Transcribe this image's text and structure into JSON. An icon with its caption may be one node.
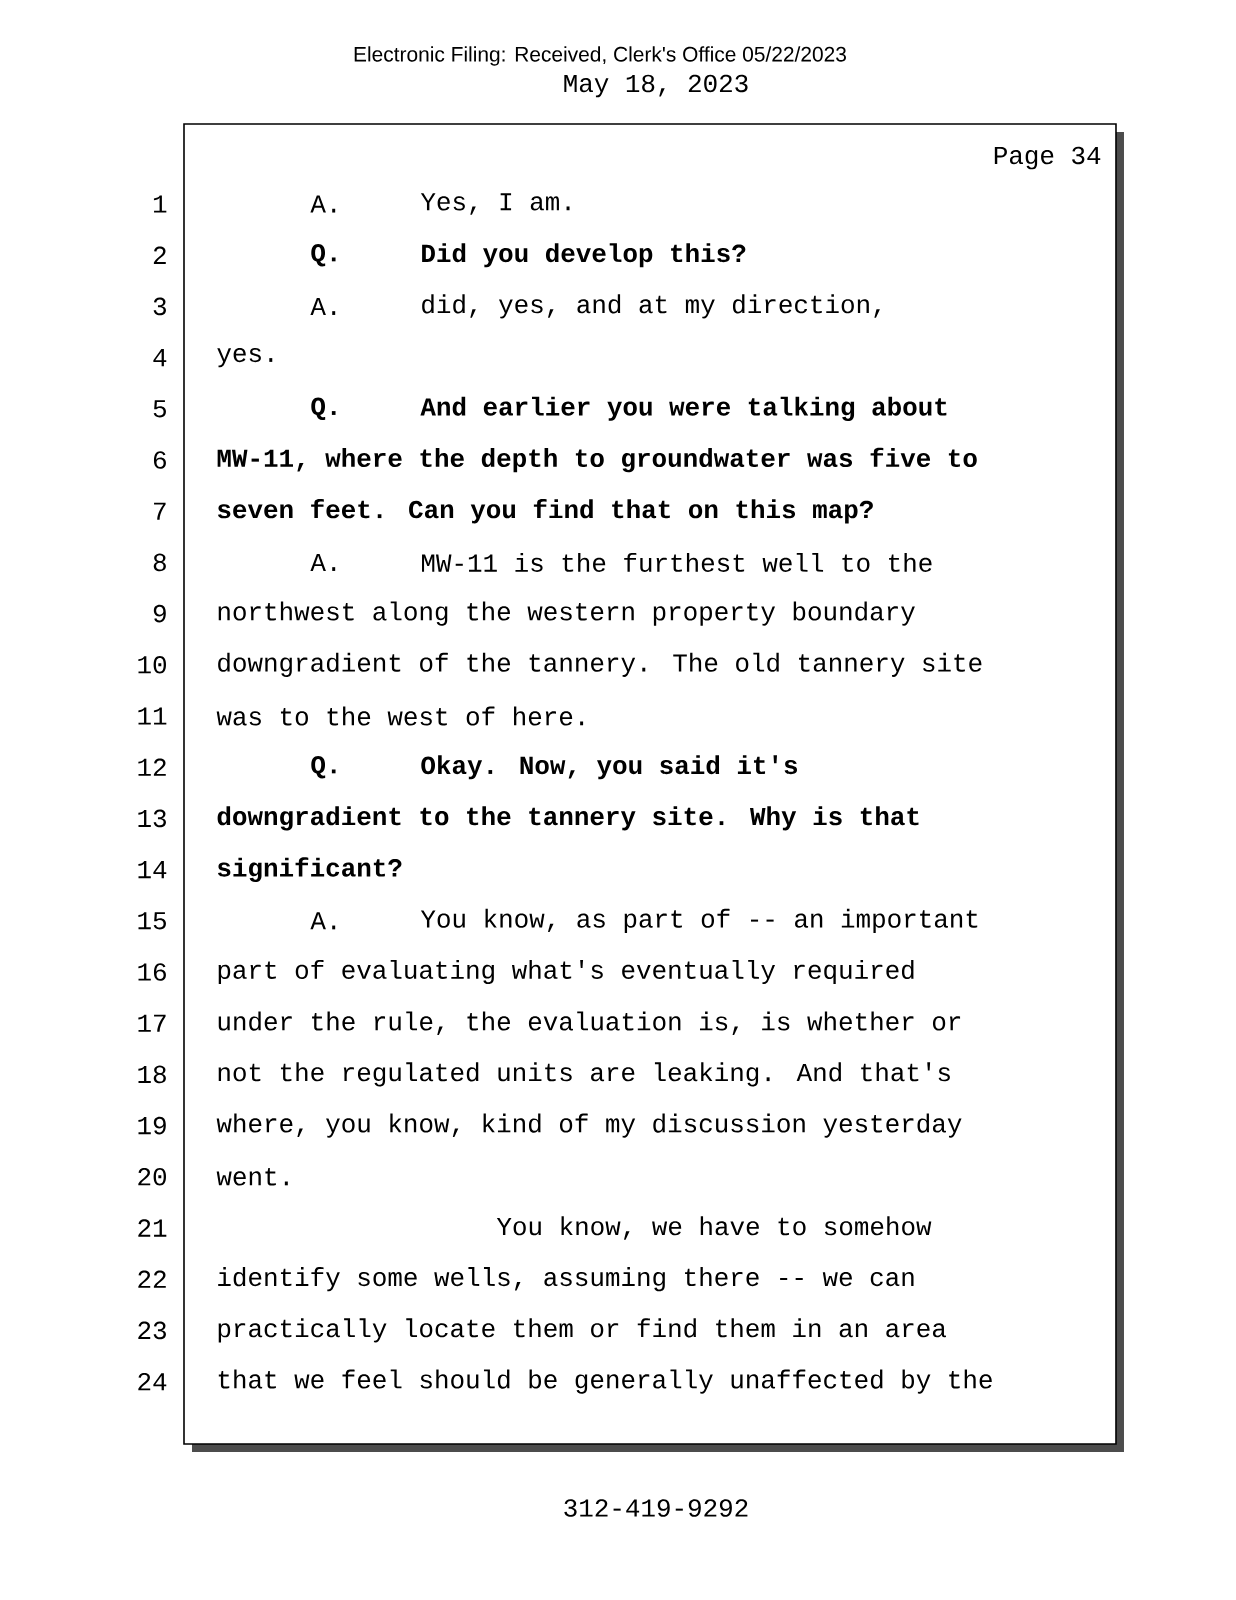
{
  "diagram": {
    "labels": [
      "Electronic Filing: Received, Clerk's Office 05/22/2023",
      "May 18, 2023",
      "Page 34",
      "1",
      "A.",
      "Yes, I am.",
      "2",
      "Q.",
      "Did you develop this?",
      "3",
      "A.",
      "did, yes, and at my direction,",
      "4",
      "yes.",
      "5",
      "Q.",
      "And earlier you were talking about",
      "6",
      "MW-11, where the depth to groundwater was five to",
      "7",
      "seven feet. Can you find that on this map?",
      "8",
      "A.",
      "MW-11 is the furthest well to the",
      "9",
      "northwest along the western property boundary",
      "10",
      "downgradient of the tannery. The old tannery site",
      "11",
      "was to the west of here.",
      "12",
      "Q.",
      "Okay. Now, you said it's",
      "13",
      "downgradient to the tannery site. Why is that",
      "14",
      "significant?",
      "15",
      "A.",
      "You know, as part of -- an important",
      "16",
      "part of evaluating what's eventually required",
      "17",
      "under the rule, the evaluation is, is whether or",
      "18",
      "not the regulated units are leaking. And that's",
      "19",
      "where, you know, kind of my discussion yesterday",
      "20",
      "went.",
      "21",
      "You know, we have to somehow",
      "22",
      "identify some wells, assuming there -- we can",
      "23",
      "practically locate them or find them in an area",
      "24",
      "that we feel should be generally unaffected by the",
      "312-419-9292"
    ]
  }
}
